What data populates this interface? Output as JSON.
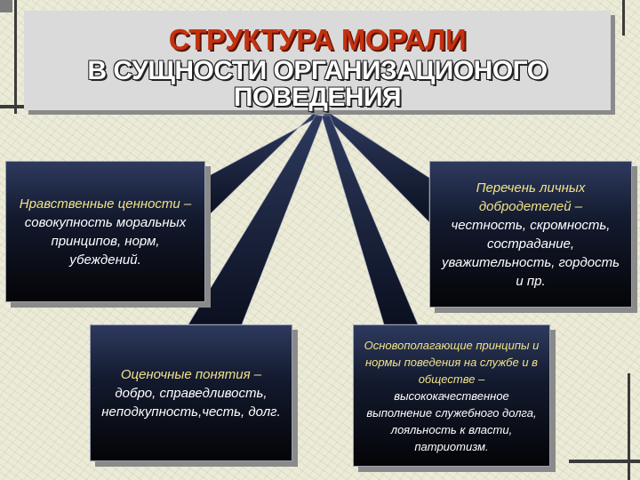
{
  "title": {
    "line1": "СТРУКТУРА МОРАЛИ",
    "line2": "В СУЩНОСТИ ОРГАНИЗАЦИОНОГО",
    "line3": "ПОВЕДЕНИЯ"
  },
  "boxes": {
    "values": {
      "lead": "Нравственные ценности –",
      "body": "совокупность моральных принципов, норм, убеждений."
    },
    "virtues": {
      "lead": "Перечень личных добродетелей –",
      "body": "честность, скромность, сострадание, уважительность, гордость и пр."
    },
    "concepts": {
      "lead": "Оценочные понятия –",
      "body": "добро, справедливость, неподкупность,честь, долг."
    },
    "principles": {
      "lead": "Основополагающие принципы и нормы поведения на службе и в обществе –",
      "body": "высококачественное выполнение служебного долга, лояльность к власти, патриотизм."
    }
  },
  "colors": {
    "title_accent": "#c4310f",
    "box_fill": "#131a2e",
    "lead_text": "#f0e28a",
    "background": "#ecebd8"
  }
}
